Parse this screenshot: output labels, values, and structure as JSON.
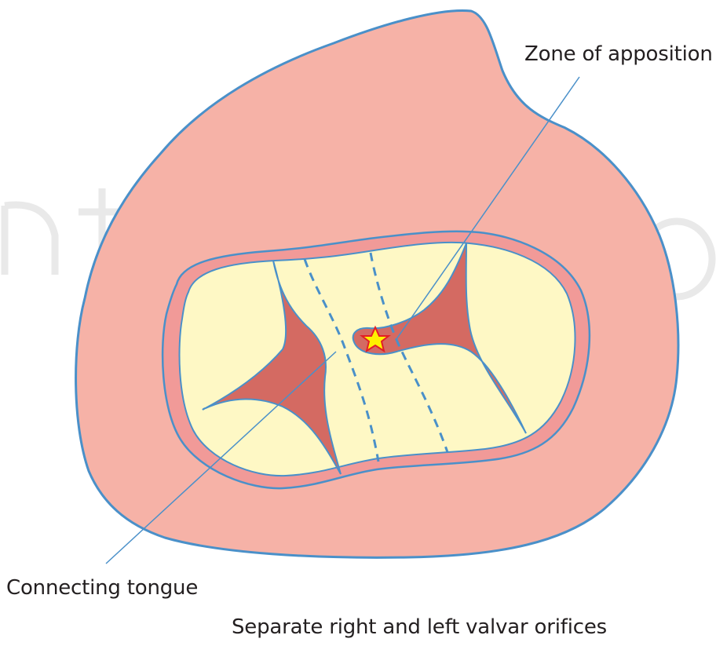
{
  "labels": {
    "zone_of_apposition": "Zone of apposition",
    "connecting_tongue": "Connecting tongue"
  },
  "caption": "Separate right and left valvar orifices",
  "colors": {
    "outer_tissue": "#f6b2a7",
    "annulus_ring": "#f19a98",
    "orifice": "#fef8c5",
    "leaflet": "#d46a62",
    "outline": "#4a90c9",
    "star_fill": "#fff200",
    "star_stroke": "#e21e26",
    "text": "#231f20",
    "watermark": "#e9e9e9"
  },
  "icons": {
    "marker": "star-icon"
  }
}
